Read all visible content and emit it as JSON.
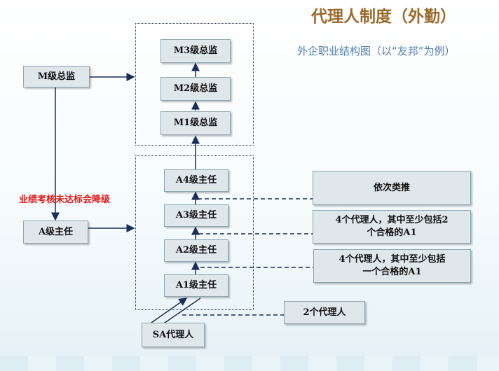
{
  "header": {
    "title": "代理人制度（外勤）",
    "subtitle": "外企职业结构图（以“友邦”为例）"
  },
  "note": "业绩考核未达标会降级",
  "boxes": {
    "m_director": "M级总监",
    "a_supervisor": "A级主任",
    "m3": "M3级总监",
    "m2": "M2级总监",
    "m1": "M1级总监",
    "a4": "A4级主任",
    "a3": "A3级主任",
    "a2": "A2级主任",
    "a1": "A1级主任",
    "sa": "SA代理人"
  },
  "requirements": {
    "r1": "依次类推",
    "r2": "4个代理人，其中至少包括2\n个合格的A1",
    "r3": "4个代理人，其中至少包括\n一个合格的A1",
    "r4": "2个代理人"
  }
}
